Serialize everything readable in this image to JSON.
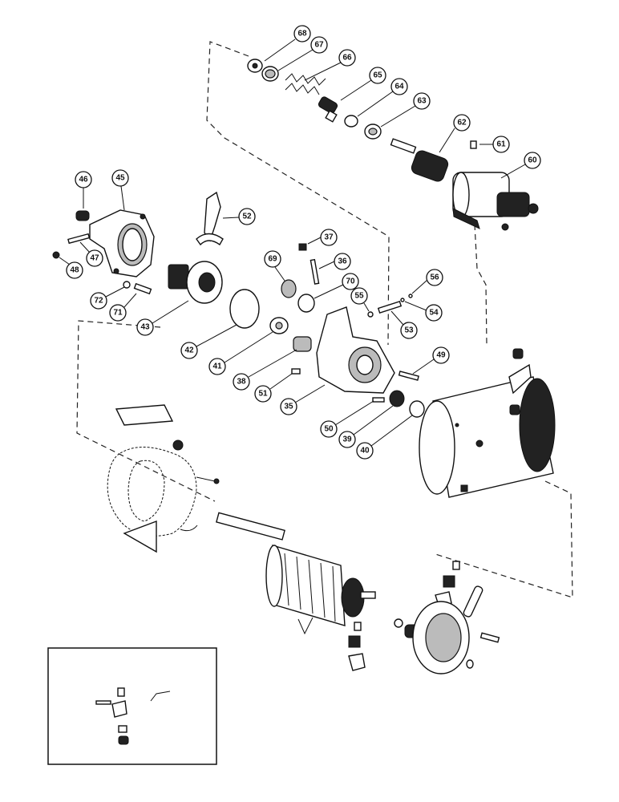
{
  "callouts": [
    {
      "id": "68",
      "label": "68"
    },
    {
      "id": "67",
      "label": "67"
    },
    {
      "id": "66",
      "label": "66"
    },
    {
      "id": "65",
      "label": "65"
    },
    {
      "id": "64",
      "label": "64"
    },
    {
      "id": "63",
      "label": "63"
    },
    {
      "id": "62",
      "label": "62"
    },
    {
      "id": "61",
      "label": "61"
    },
    {
      "id": "60",
      "label": "60"
    },
    {
      "id": "46",
      "label": "46"
    },
    {
      "id": "45",
      "label": "45"
    },
    {
      "id": "52",
      "label": "52"
    },
    {
      "id": "37",
      "label": "37"
    },
    {
      "id": "36",
      "label": "36"
    },
    {
      "id": "69",
      "label": "69"
    },
    {
      "id": "70",
      "label": "70"
    },
    {
      "id": "56",
      "label": "56"
    },
    {
      "id": "55",
      "label": "55"
    },
    {
      "id": "54",
      "label": "54"
    },
    {
      "id": "53",
      "label": "53"
    },
    {
      "id": "47",
      "label": "47"
    },
    {
      "id": "48",
      "label": "48"
    },
    {
      "id": "72",
      "label": "72"
    },
    {
      "id": "71",
      "label": "71"
    },
    {
      "id": "43",
      "label": "43"
    },
    {
      "id": "42",
      "label": "42"
    },
    {
      "id": "41",
      "label": "41"
    },
    {
      "id": "38",
      "label": "38"
    },
    {
      "id": "51",
      "label": "51"
    },
    {
      "id": "35",
      "label": "35"
    },
    {
      "id": "49",
      "label": "49"
    },
    {
      "id": "50",
      "label": "50"
    },
    {
      "id": "39",
      "label": "39"
    },
    {
      "id": "40",
      "label": "40"
    }
  ]
}
